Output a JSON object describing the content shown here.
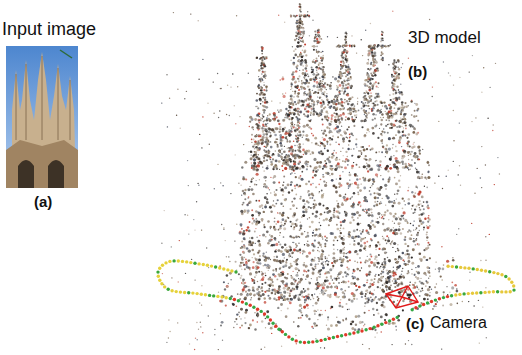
{
  "diagram": {
    "labels": [
      "Input image",
      "(a)",
      "3D model",
      "(b)",
      "(c)",
      "Camera"
    ]
  }
}
